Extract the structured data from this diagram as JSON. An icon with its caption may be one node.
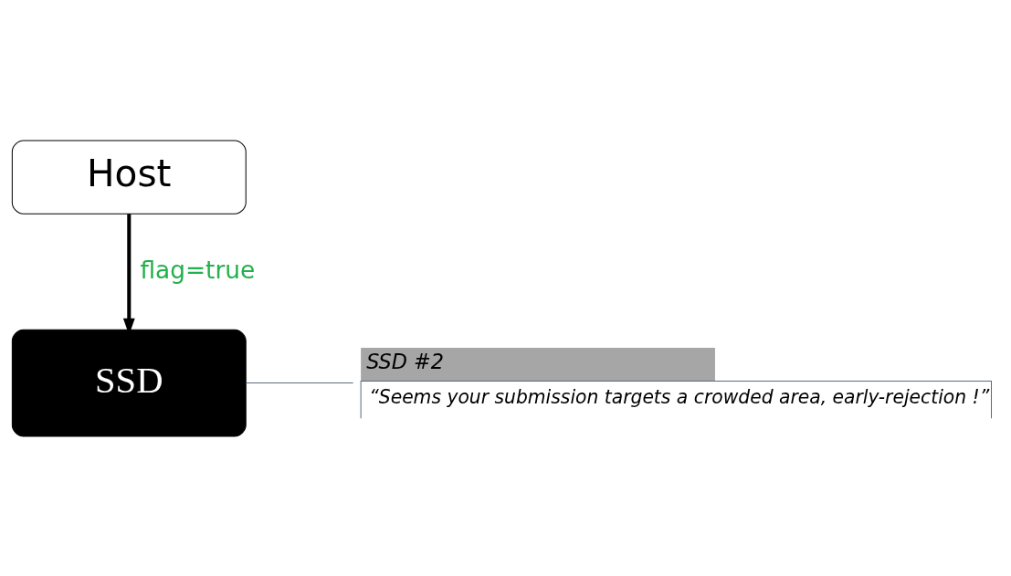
{
  "diagram": {
    "nodes": [
      {
        "text": [
          "Host"
        ]
      },
      {
        "text": [
          "SSD"
        ]
      },
      {
        "text": [
          "SSD #2",
          "“Seems your submission targets a crowded area, early-rejection !”"
        ]
      }
    ],
    "edges": [
      {
        "from": 0,
        "to": 1,
        "arrow": "to",
        "label": "flag=true",
        "style": "thick"
      },
      {
        "from": 2,
        "to": 1,
        "arrow": "none",
        "color": "#5a6b7b"
      }
    ]
  }
}
